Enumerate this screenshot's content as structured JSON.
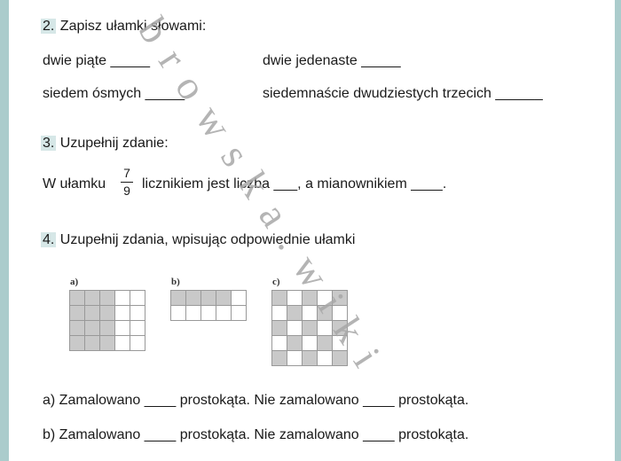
{
  "task2": {
    "number": "2.",
    "title": " Zapisz ułamki słowami:",
    "items": [
      "dwie piąte _____",
      "dwie jedenaste _____",
      "siedem ósmych _____",
      "siedemnaście dwudziestych trzecich ______"
    ]
  },
  "task3": {
    "number": "3.",
    "title": " Uzupełnij zdanie:",
    "prefix": "W ułamku",
    "numerator": "7",
    "denominator": "9",
    "suffix": "licznikiem jest liczba ___, a mianownikiem ____."
  },
  "task4": {
    "number": "4.",
    "title": " Uzupełnij zdania, wpisując odpowiednie ułamki",
    "grids": [
      {
        "label": "a)",
        "cols": 5,
        "shaded": [
          [
            1,
            1,
            1,
            0,
            0
          ],
          [
            1,
            1,
            1,
            0,
            0
          ],
          [
            1,
            1,
            1,
            0,
            0
          ],
          [
            1,
            1,
            1,
            0,
            0
          ]
        ]
      },
      {
        "label": "b)",
        "cols": 5,
        "shaded": [
          [
            1,
            1,
            1,
            1,
            0
          ],
          [
            0,
            0,
            0,
            0,
            0
          ]
        ]
      },
      {
        "label": "c)",
        "cols": 5,
        "shaded": [
          [
            1,
            0,
            1,
            0,
            1
          ],
          [
            0,
            1,
            0,
            1,
            0
          ],
          [
            1,
            0,
            1,
            0,
            1
          ],
          [
            0,
            1,
            0,
            1,
            0
          ],
          [
            1,
            0,
            1,
            0,
            1
          ]
        ]
      }
    ],
    "answers": [
      "a) Zamalowano ____ prostokąta. Nie zamalowano ____ prostokąta.",
      "b) Zamalowano ____ prostokąta. Nie zamalowano ____ prostokąta."
    ]
  },
  "colors": {
    "border": "#abcccc",
    "number_highlight": "#d6e7e7",
    "shaded_cell": "#c9c9c9"
  },
  "watermark": "browska.wiki"
}
